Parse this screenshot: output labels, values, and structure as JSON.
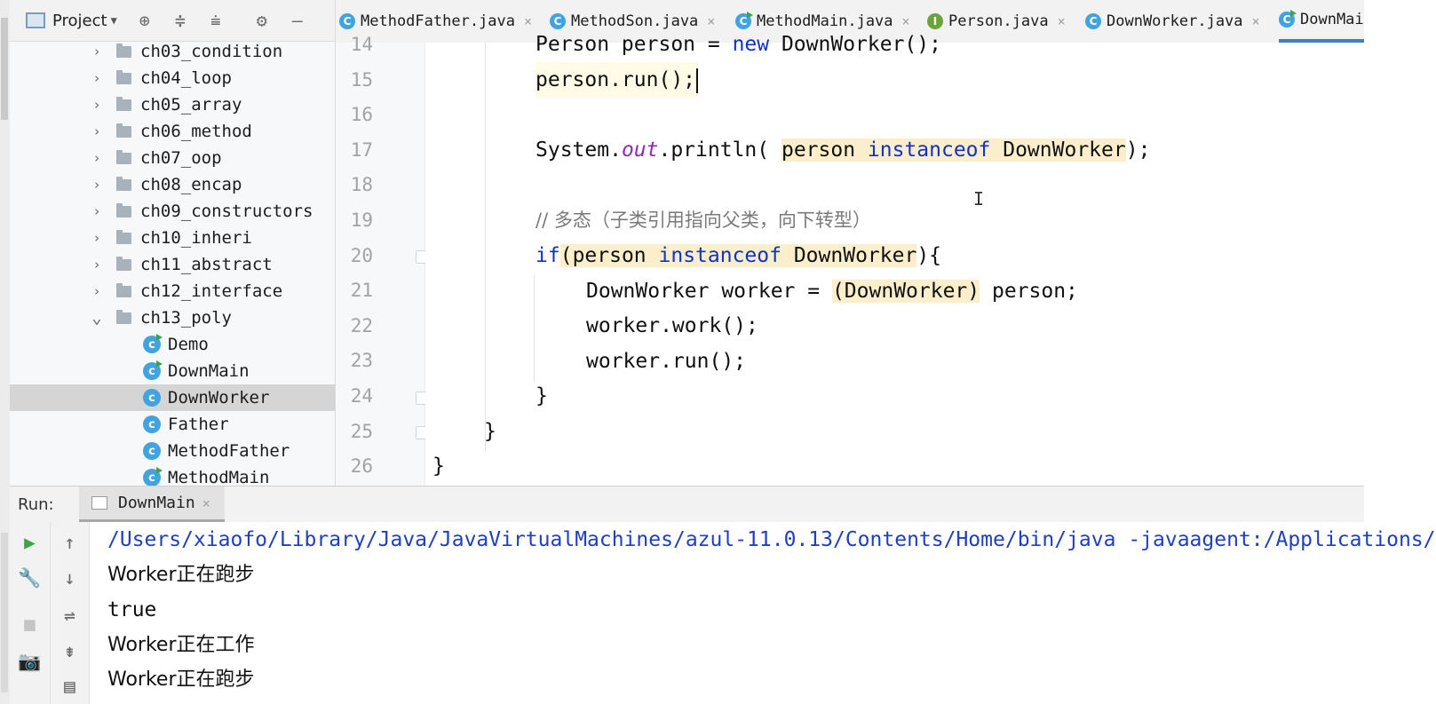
{
  "project_panel": {
    "title": "Project",
    "tree": [
      {
        "label": "ch03_condition",
        "kind": "folder",
        "expanded": false
      },
      {
        "label": "ch04_loop",
        "kind": "folder",
        "expanded": false
      },
      {
        "label": "ch05_array",
        "kind": "folder",
        "expanded": false
      },
      {
        "label": "ch06_method",
        "kind": "folder",
        "expanded": false
      },
      {
        "label": "ch07_oop",
        "kind": "folder",
        "expanded": false
      },
      {
        "label": "ch08_encap",
        "kind": "folder",
        "expanded": false
      },
      {
        "label": "ch09_constructors",
        "kind": "folder",
        "expanded": false
      },
      {
        "label": "ch10_inheri",
        "kind": "folder",
        "expanded": false
      },
      {
        "label": "ch11_abstract",
        "kind": "folder",
        "expanded": false
      },
      {
        "label": "ch12_interface",
        "kind": "folder",
        "expanded": false
      },
      {
        "label": "ch13_poly",
        "kind": "folder",
        "expanded": true
      },
      {
        "label": "Demo",
        "kind": "main-class"
      },
      {
        "label": "DownMain",
        "kind": "main-class"
      },
      {
        "label": "DownWorker",
        "kind": "class",
        "selected": true
      },
      {
        "label": "Father",
        "kind": "class"
      },
      {
        "label": "MethodFather",
        "kind": "class"
      },
      {
        "label": "MethodMain",
        "kind": "main-class"
      }
    ]
  },
  "tabs": [
    {
      "label": "MethodFather.java",
      "icon": "C",
      "kind": "class"
    },
    {
      "label": "MethodSon.java",
      "icon": "C",
      "kind": "class"
    },
    {
      "label": "MethodMain.java",
      "icon": "C",
      "kind": "main-class"
    },
    {
      "label": "Person.java",
      "icon": "I",
      "kind": "interface"
    },
    {
      "label": "DownWorker.java",
      "icon": "C",
      "kind": "class"
    },
    {
      "label": "DownMai",
      "icon": "C",
      "kind": "main-class",
      "active": true
    }
  ],
  "editor": {
    "line_numbers": [
      "14",
      "15",
      "16",
      "17",
      "18",
      "19",
      "20",
      "21",
      "22",
      "23",
      "24",
      "25",
      "26"
    ],
    "lines": {
      "l14": {
        "a": "Person person = ",
        "kw": "new",
        "b": " DownWorker();"
      },
      "l15": {
        "a": "person.run();"
      },
      "l17": {
        "a": "System.",
        "it": "out",
        "b": ".println( ",
        "h1": "person ",
        "kw": "instanceof",
        "h2": " DownWorker",
        "c": ");"
      },
      "l19": {
        "comment": "// 多态（子类引用指向父类，向下转型）"
      },
      "l20": {
        "kw1": "if",
        "a": "(",
        "h1": "person ",
        "kw2": "instanceof",
        "h2": " DownWorker",
        "b": "){"
      },
      "l21": {
        "a": "DownWorker worker = ",
        "h": "(DownWorker)",
        "b": " person;"
      },
      "l22": {
        "a": "worker.work();"
      },
      "l23": {
        "a": "worker.run();"
      },
      "l24": {
        "a": "}"
      },
      "l25": {
        "a": "}"
      },
      "l26": {
        "a": "}"
      }
    }
  },
  "run_panel": {
    "label": "Run:",
    "tab": "DownMain",
    "console": [
      "/Users/xiaofo/Library/Java/JavaVirtualMachines/azul-11.0.13/Contents/Home/bin/java -javaagent:/Applications/",
      "Worker正在跑步",
      "true",
      "Worker正在工作",
      "Worker正在跑步"
    ]
  },
  "colors": {
    "keyword": "#1232c7",
    "highlight": "#faeecb",
    "accent": "#3a82c6",
    "class_icon": "#41a3e0"
  }
}
